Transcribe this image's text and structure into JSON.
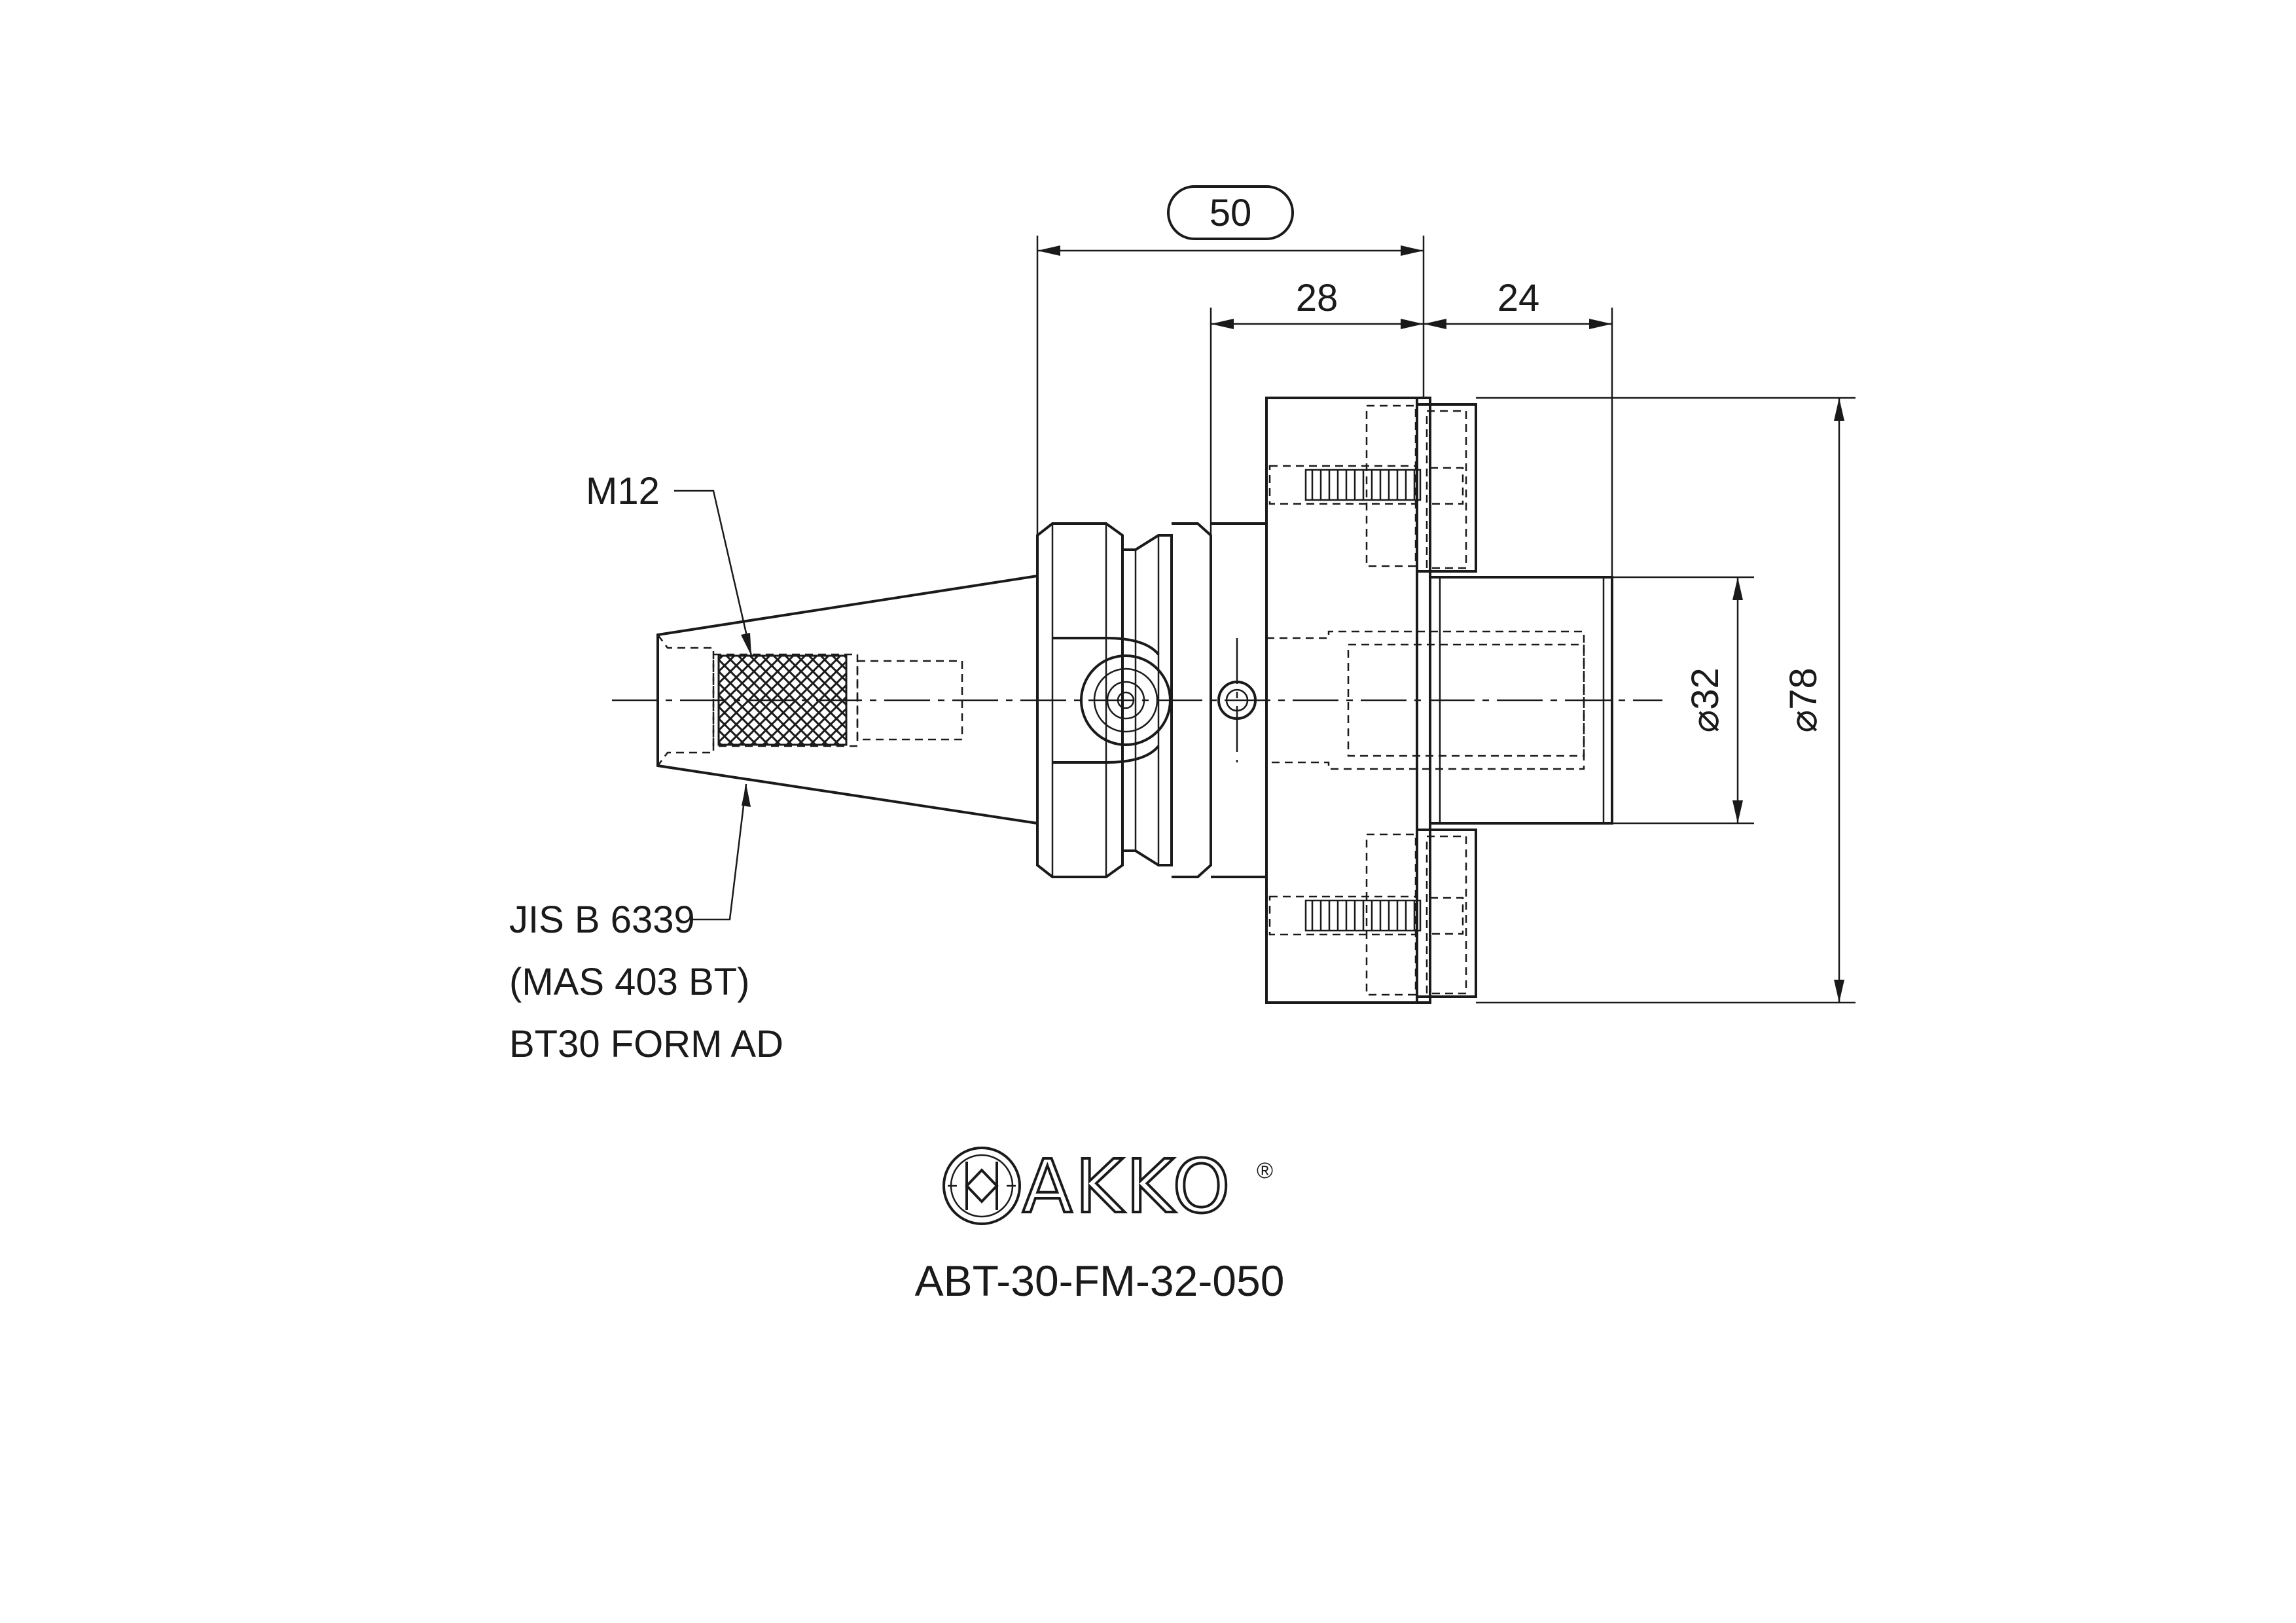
{
  "dimensions": {
    "overall_length": "50",
    "shank_length": "28",
    "flange_to_face": "24",
    "bore_diameter": "⌀32",
    "flange_diameter": "⌀78"
  },
  "callouts": {
    "thread": "M12",
    "standard_line1": "JIS B 6339",
    "standard_line2": "(MAS 403 BT)",
    "standard_line3": "BT30 FORM AD"
  },
  "brand": {
    "name": "AKKO",
    "registered": "®"
  },
  "part_number": "ABT-30-FM-32-050"
}
